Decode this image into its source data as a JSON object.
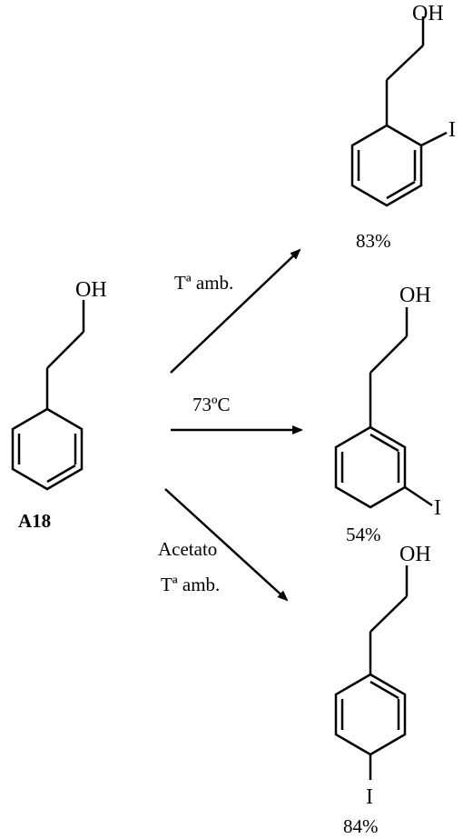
{
  "start": {
    "id": "A18",
    "oh": "OH"
  },
  "products": [
    {
      "oh": "OH",
      "halogen": "I",
      "yield": "83%"
    },
    {
      "oh": "OH",
      "halogen": "I",
      "yield": "54%"
    },
    {
      "oh": "OH",
      "halogen": "I",
      "yield": "84%"
    }
  ],
  "conditions": {
    "top": "Tª amb.",
    "middle": "73ºC",
    "bottom_line1": "Acetato",
    "bottom_line2": "Tª amb."
  }
}
